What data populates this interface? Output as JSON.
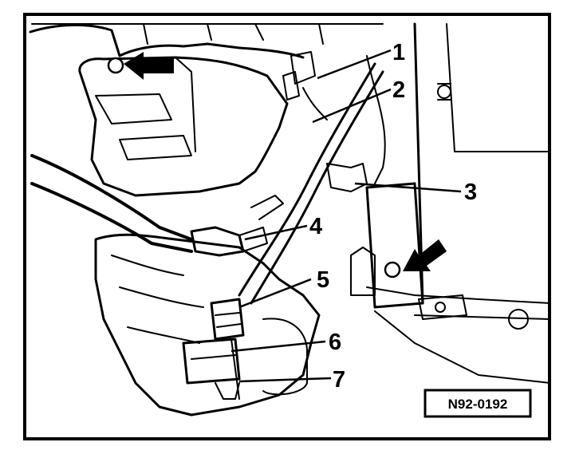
{
  "figure": {
    "reference_code": "N92-0192",
    "callouts": [
      {
        "id": "callout-1",
        "label": "1"
      },
      {
        "id": "callout-2",
        "label": "2"
      },
      {
        "id": "callout-3",
        "label": "3"
      },
      {
        "id": "callout-4",
        "label": "4"
      },
      {
        "id": "callout-5",
        "label": "5"
      },
      {
        "id": "callout-6",
        "label": "6"
      },
      {
        "id": "callout-7",
        "label": "7"
      }
    ],
    "arrows": [
      "top-left-arrow",
      "right-arrow"
    ],
    "colors": {
      "ink": "#000000",
      "paper": "#ffffff"
    }
  }
}
